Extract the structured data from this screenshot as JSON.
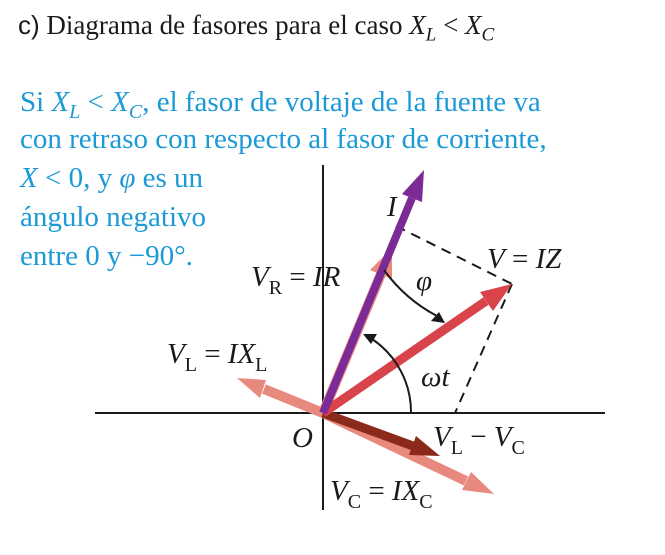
{
  "title": {
    "part_label": "c)",
    "text": "Diagrama de fasores para el caso",
    "math_a": "X",
    "math_a_sub": "L",
    "relation": "<",
    "math_b": "X",
    "math_b_sub": "C"
  },
  "description": {
    "line1_pre": "Si",
    "line1_x1": "X",
    "line1_x1_sub": "L",
    "line1_rel": "<",
    "line1_x2": "X",
    "line1_x2_sub": "C",
    "line1_post": ", el fasor de voltaje de la fuente va",
    "line2": "con retraso con respecto al fasor de corriente,",
    "line3_var": "X",
    "line3_mid": " < 0, y ",
    "line3_phi": "φ",
    "line3_post": " es un",
    "line4": "ángulo negativo",
    "line5": "entre 0 y −90°."
  },
  "diagram": {
    "labels": {
      "current": "I",
      "voltage_lhs": "V",
      "voltage_eq": " = ",
      "voltage_rhs": "IZ",
      "phase_angle": "φ",
      "vr_v": "V",
      "vr_sub": "R",
      "vr_eq": " = ",
      "vr_rhs": "IR",
      "vl_v": "V",
      "vl_sub": "L",
      "vl_eq": " = ",
      "vl_ix": "IX",
      "vl_ix_sub": "L",
      "omega_t": "ωt",
      "origin": "O",
      "diff_v1": "V",
      "diff_v1_sub": "L",
      "diff_op": " − ",
      "diff_v2": "V",
      "diff_v2_sub": "C",
      "vc_v": "V",
      "vc_sub": "C",
      "vc_eq": " = ",
      "vc_ix": "IX",
      "vc_ix_sub": "C"
    },
    "colors": {
      "text": "#1a1a1a",
      "caption": "#1b9ad6",
      "current_phasor": "#7b2a96",
      "voltage_phasor": "#d9434a",
      "component_phasor": "#e8897e",
      "difference_phasor": "#8b2a1a",
      "axis": "#1a1a1a"
    }
  }
}
